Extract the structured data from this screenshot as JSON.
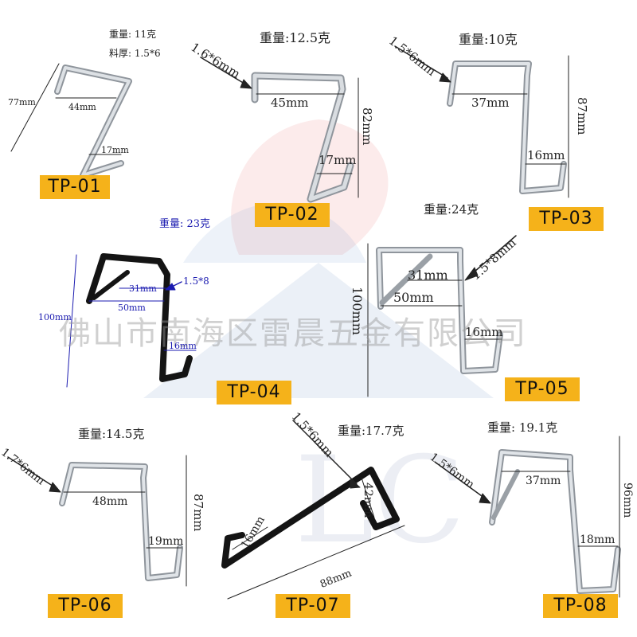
{
  "watermark": "佛山市南海区雷晨五金有限公司",
  "products": [
    {
      "label": "TP-01",
      "weight": "重量: 11克",
      "material": "料厚: 1.5*6",
      "dims": [
        "77mm",
        "44mm",
        "17mm"
      ]
    },
    {
      "label": "TP-02",
      "weight": "重量:12.5克",
      "thickness": "1.6*6mm",
      "dims": [
        "45mm",
        "82mm",
        "17mm"
      ]
    },
    {
      "label": "TP-03",
      "weight": "重量:10克",
      "thickness": "1.5*6mm",
      "dims": [
        "37mm",
        "87mm",
        "16mm"
      ]
    },
    {
      "label": "TP-04",
      "weight": "重量: 23克",
      "thickness": "1.5*8",
      "dims": [
        "31mm",
        "50mm",
        "100mm",
        "16mm"
      ]
    },
    {
      "label": "TP-05",
      "weight": "重量:24克",
      "thickness": "1.5*8mm",
      "dims": [
        "31mm",
        "50mm",
        "100mm",
        "16mm"
      ]
    },
    {
      "label": "TP-06",
      "weight": "重量:14.5克",
      "thickness": "1.7*6mm",
      "dims": [
        "48mm",
        "87mm",
        "19mm"
      ]
    },
    {
      "label": "TP-07",
      "weight": "重量:17.7克",
      "thickness": "1.5*6mm",
      "dims": [
        "16mm",
        "42mm",
        "88mm"
      ]
    },
    {
      "label": "TP-08",
      "weight": "重量: 19.1克",
      "thickness": "1.5*6mm",
      "dims": [
        "37mm",
        "96mm",
        "18mm"
      ]
    }
  ],
  "colors": {
    "label_bg": "#f5b21a",
    "steel": "#b9bec4",
    "black_hook": "#1c1c1c",
    "blue_text": "#1b1bb0"
  }
}
